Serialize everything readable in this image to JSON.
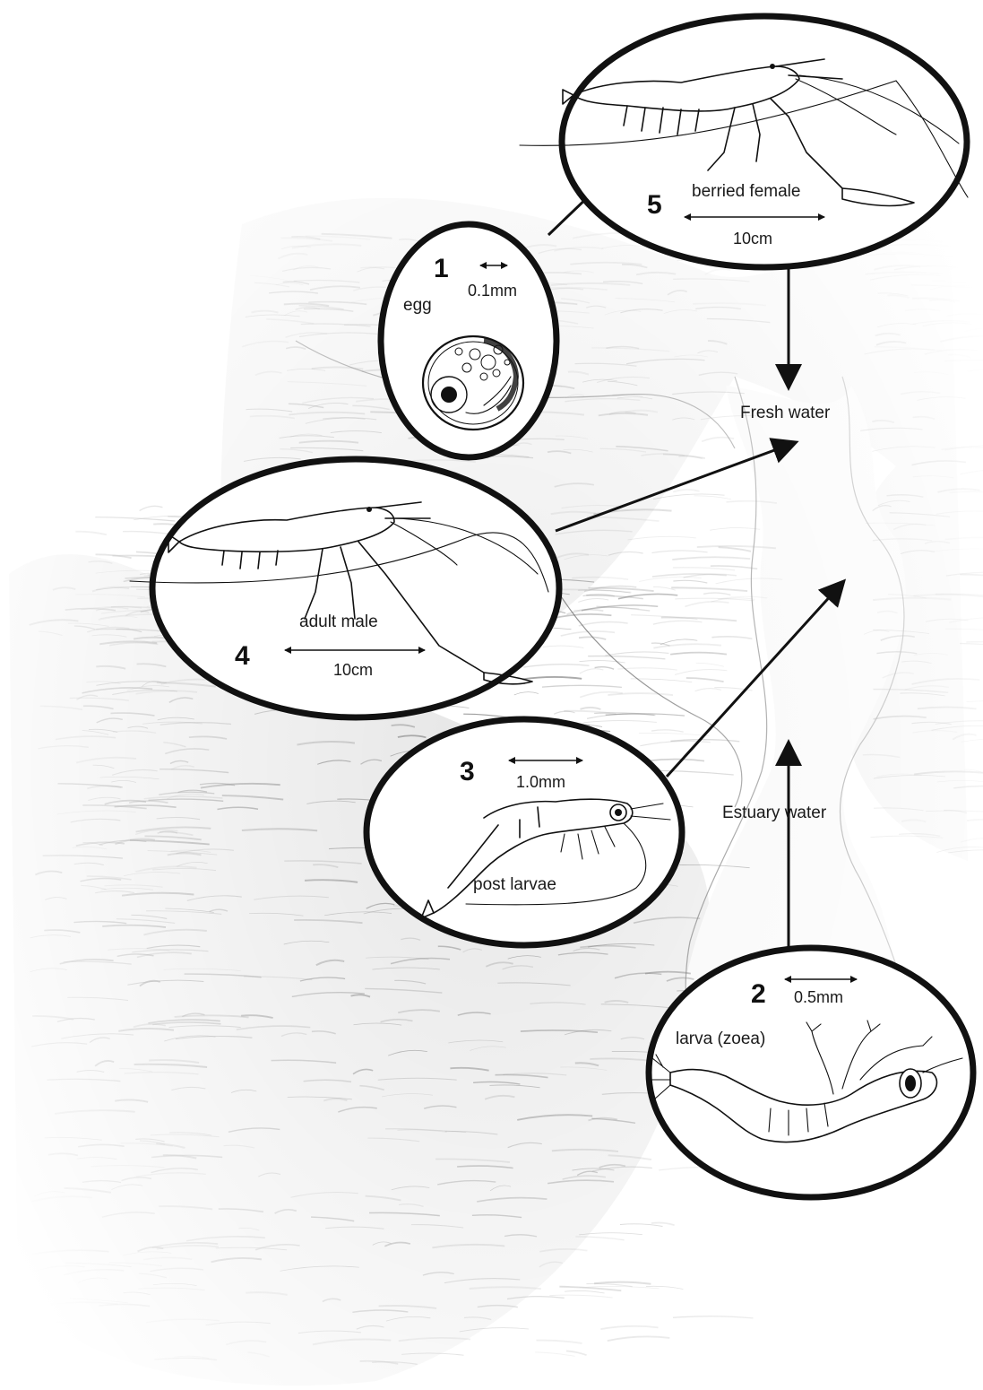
{
  "stages": [
    {
      "id": "egg",
      "number": "1",
      "label": "egg",
      "scale": "0.1mm"
    },
    {
      "id": "larva",
      "number": "2",
      "label": "larva (zoea)",
      "scale": "0.5mm"
    },
    {
      "id": "post-larvae",
      "number": "3",
      "label": "post larvae",
      "scale": "1.0mm"
    },
    {
      "id": "adult-male",
      "number": "4",
      "label": "adult male",
      "scale": "10cm"
    },
    {
      "id": "berried-female",
      "number": "5",
      "label": "berried female",
      "scale": "10cm"
    }
  ],
  "habitats": {
    "fresh": "Fresh water",
    "estuary": "Estuary water"
  }
}
